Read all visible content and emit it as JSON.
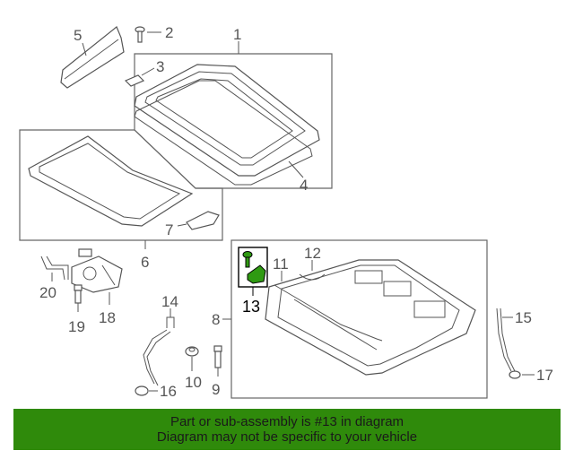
{
  "callouts": {
    "c1": "1",
    "c2": "2",
    "c3": "3",
    "c4": "4",
    "c5": "5",
    "c6": "6",
    "c7": "7",
    "c8": "8",
    "c9": "9",
    "c10": "10",
    "c11": "11",
    "c12": "12",
    "c13": "13",
    "c14": "14",
    "c15": "15",
    "c16": "16",
    "c17": "17",
    "c18": "18",
    "c19": "19",
    "c20": "20"
  },
  "highlighted_part": "13",
  "colors": {
    "highlight": "#2f9a12",
    "banner": "#2f8a0b",
    "line": "#555555"
  },
  "banner": {
    "line1": "Part or sub-assembly is #13 in diagram",
    "line2": "Diagram may not be specific to your vehicle"
  }
}
